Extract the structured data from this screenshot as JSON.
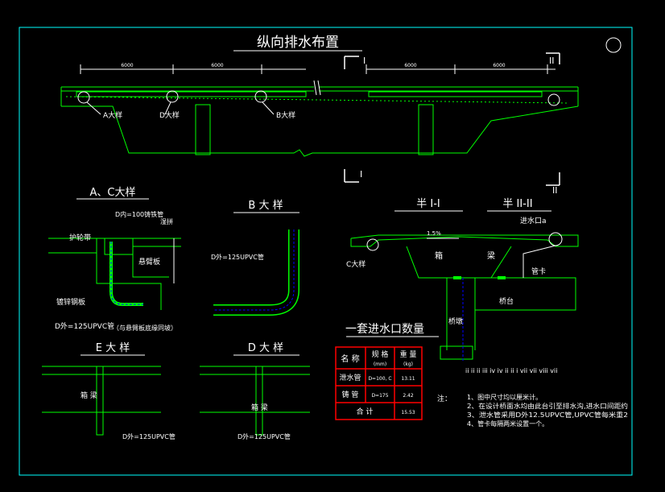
{
  "drawing": {
    "main_title": "纵向排水布置",
    "section_marks": [
      "I",
      "II",
      "I",
      "II"
    ],
    "dimensions": [
      "6000",
      "6000",
      "6000",
      "6000"
    ],
    "elevation_labels": [
      "A大样",
      "D大样",
      "B大样"
    ],
    "detail_ac": {
      "title": "A、C大样",
      "labels": [
        "D内=100铸铁管",
        "护轮带",
        "湿拼",
        "悬臂板",
        "镀锌钢板",
        "D外=125UPVC管",
        "（与悬臂板底缘同坡）"
      ]
    },
    "detail_b": {
      "title": "B 大 样",
      "pipe_label": "D外=125UPVC管"
    },
    "half_sections": {
      "title_left": "半 I-I",
      "title_right": "半 II-II",
      "labels": [
        "进水口a",
        "C大样",
        "箱",
        "梁",
        "管卡",
        "桥台",
        "桥墩",
        "1.5%"
      ],
      "baseline_text": "ii ii ii iii iv iv ii ii i vii vii viii vii"
    },
    "detail_e": {
      "title": "E 大 样",
      "box_label": "箱 梁",
      "pipe_label": "D外=125UPVC管"
    },
    "detail_d": {
      "title": "D 大 样",
      "box_label": "箱 梁",
      "pipe_label": "D外=125UPVC管"
    },
    "quantity_table": {
      "title": "一套进水口数量",
      "headers": [
        "名 称",
        "规 格",
        "重 量"
      ],
      "subheaders": [
        "(mm)",
        "(kg)"
      ],
      "rows": [
        [
          "泄水管",
          "D=100, C",
          "13.11"
        ],
        [
          "铸 管",
          "D=175",
          "2.42"
        ],
        [
          "合 计",
          "",
          "15.53"
        ]
      ]
    },
    "notes": {
      "label": "注：",
      "lines": [
        "1、图中尺寸均以厘米计。",
        "2、在设计桥面水均由此台引至排水沟,进水口间距约",
        "3、泄水管采用D外12.5UPVC管,UPVC管每米重2",
        "4、管卡每隔两米设置一个。"
      ]
    }
  },
  "colors": {
    "background": "#000000",
    "frame": "#00ffff",
    "lines": "#00ff00",
    "titles": "#ffffff",
    "table": "#ff0000",
    "pipes": "#0000ff"
  }
}
